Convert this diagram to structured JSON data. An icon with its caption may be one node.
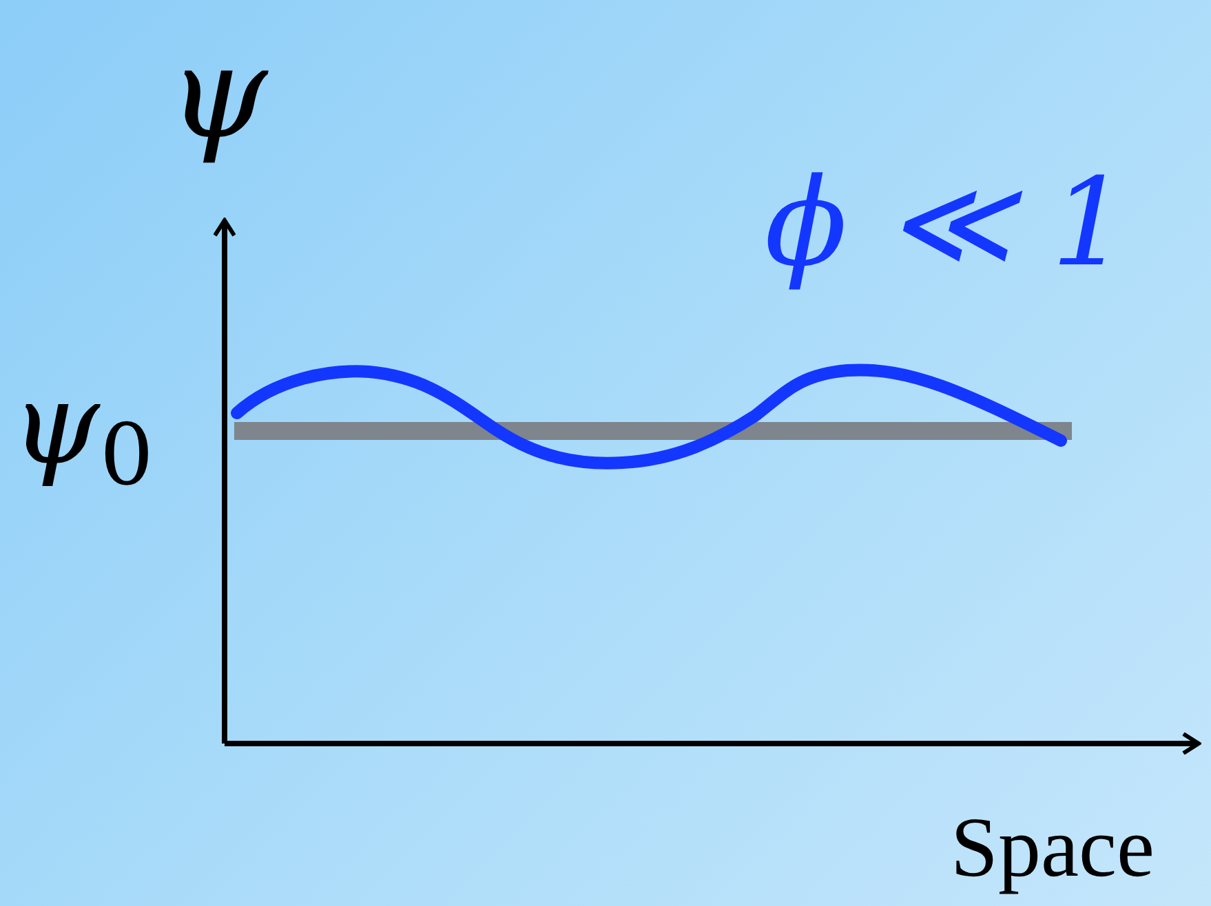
{
  "diagram": {
    "labels": [
      "ψ",
      "ϕ ≪ 1",
      "ψ$_{0}$",
      "Space"
    ]
  }
}
